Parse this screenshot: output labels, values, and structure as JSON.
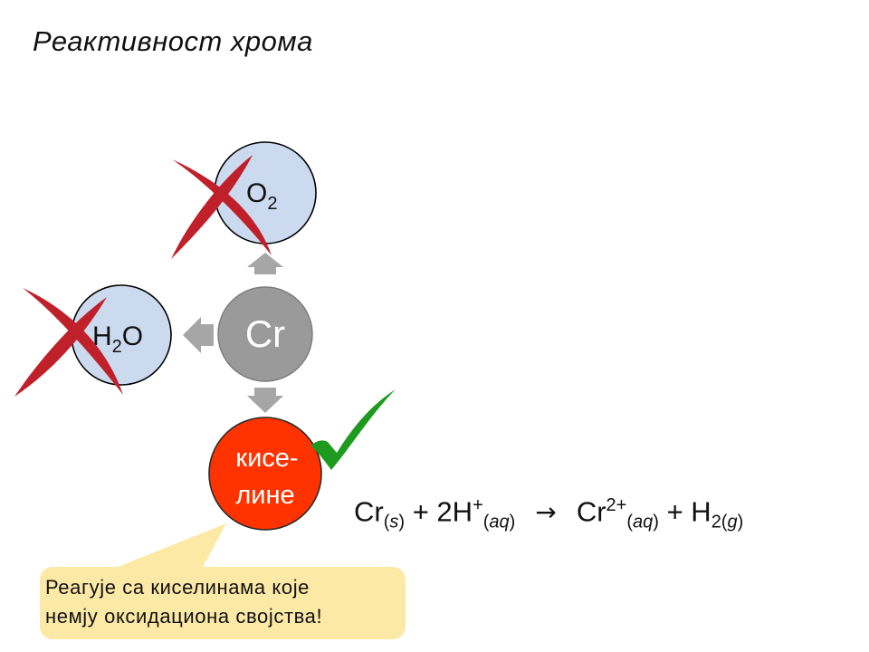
{
  "title": "Реактивност хрома",
  "nodes": {
    "center": "Cr",
    "oxygen": {
      "symbol": "O",
      "subscript": "2"
    },
    "water": {
      "symbol1": "H",
      "subscript": "2",
      "symbol2": "O"
    },
    "acids": {
      "line1": "кисе-",
      "line2": "лине"
    }
  },
  "callout": {
    "line1": "Реагује са киселинама које",
    "line2": "немју оксидациона својства!"
  },
  "equation": {
    "reactant1": "Cr",
    "reactant1_state": "s",
    "plus1": "+",
    "reactant2": "2H",
    "reactant2_charge": "+",
    "reactant2_state": "aq",
    "arrow": "→",
    "product1": "Cr",
    "product1_charge": "2+",
    "product1_state": "aq",
    "plus2": "+",
    "product2": "H",
    "product2_sub_state": "2(g)"
  },
  "colors": {
    "center": "#9a9a9a",
    "node_fill": "#ccdaf0",
    "acid": "#ff3300",
    "cross": "#c0202a",
    "check": "#1e9a1e",
    "arrow": "#a6a6a6",
    "callout": "#fde9a6"
  },
  "icons": {
    "rejected": "cross-mark-icon",
    "accepted": "check-mark-icon"
  }
}
